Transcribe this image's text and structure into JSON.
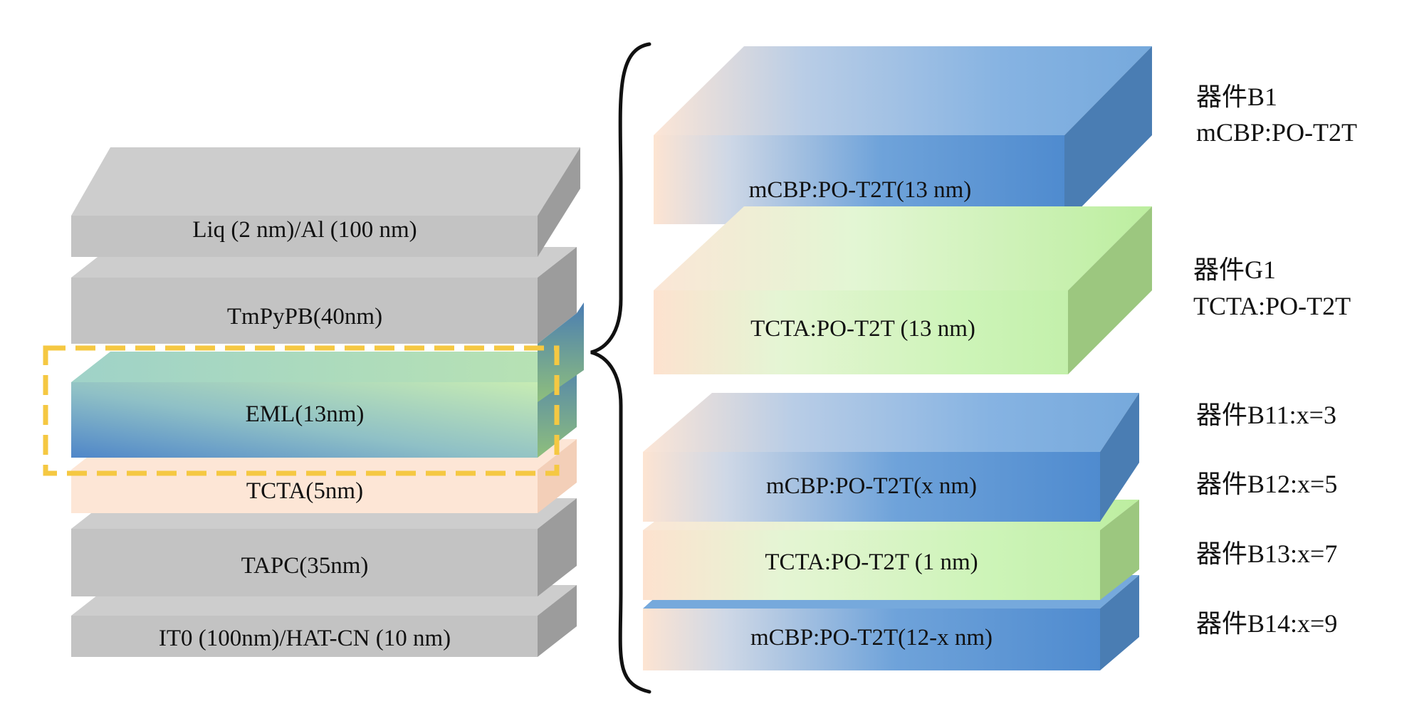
{
  "left_stack": {
    "layers": [
      {
        "label": "Liq (2 nm)/Al (100 nm)",
        "fill": "gray"
      },
      {
        "label": "TmPyPB(40nm)",
        "fill": "gray"
      },
      {
        "label": "EML(13nm)",
        "fill": "eml"
      },
      {
        "label": "TCTA(5nm)",
        "fill": "peach"
      },
      {
        "label": "TAPC(35nm)",
        "fill": "gray"
      },
      {
        "label": "IT0 (100nm)/HAT-CN (10 nm)",
        "fill": "gray"
      }
    ]
  },
  "right_stack": {
    "groups": [
      {
        "layers": [
          {
            "label": "mCBP:PO-T2T(13 nm)",
            "fill": "blue"
          }
        ]
      },
      {
        "layers": [
          {
            "label": "TCTA:PO-T2T (13 nm)",
            "fill": "green"
          }
        ]
      },
      {
        "layers": [
          {
            "label": "mCBP:PO-T2T(x nm)",
            "fill": "blue"
          },
          {
            "label": "TCTA:PO-T2T (1 nm)",
            "fill": "green"
          },
          {
            "label": "mCBP:PO-T2T(12-x nm)",
            "fill": "blue"
          }
        ]
      }
    ]
  },
  "device_labels": [
    {
      "line1": "器件B1",
      "line2": "mCBP:PO-T2T"
    },
    {
      "line1": "器件G1",
      "line2": "TCTA:PO-T2T"
    },
    {
      "line1": "器件B11:x=3",
      "line2": ""
    },
    {
      "line1": "器件B12:x=5",
      "line2": ""
    },
    {
      "line1": "器件B13:x=7",
      "line2": ""
    },
    {
      "line1": "器件B14:x=9",
      "line2": ""
    }
  ],
  "colors": {
    "gray_front": "#c3c3c3",
    "gray_top": "#cdcdcd",
    "gray_side": "#9c9c9c",
    "blue_front": "#5b93d2",
    "blue_side": "#4a7db3",
    "peach": "#fde6d6",
    "green_front": "#c8f3b4",
    "green_side": "#9cc77f",
    "highlight_dash": "#f5c842",
    "bracket": "#111111"
  }
}
